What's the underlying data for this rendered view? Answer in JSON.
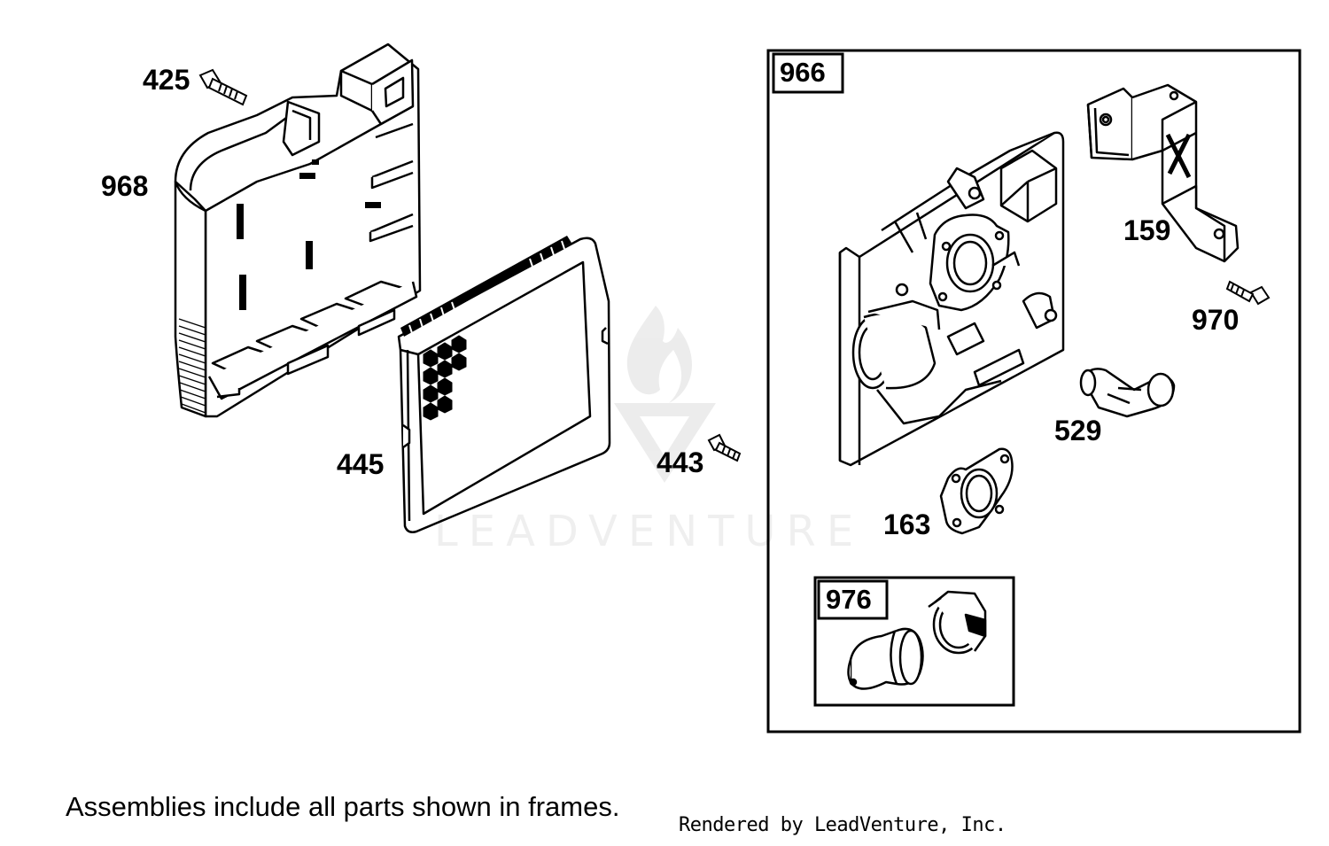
{
  "callouts": {
    "p425": "425",
    "p968": "968",
    "p445": "445",
    "p443": "443",
    "p966": "966",
    "p159": "159",
    "p970": "970",
    "p529": "529",
    "p163": "163",
    "p976": "976"
  },
  "footer": {
    "note": "Assemblies include all parts shown in frames.",
    "rendered_by": "Rendered by LeadVenture, Inc."
  },
  "watermark": {
    "brand": "LEADVENTURE",
    "icon": "flame-v-logo-icon"
  },
  "colors": {
    "line": "#000000",
    "background": "#ffffff"
  }
}
